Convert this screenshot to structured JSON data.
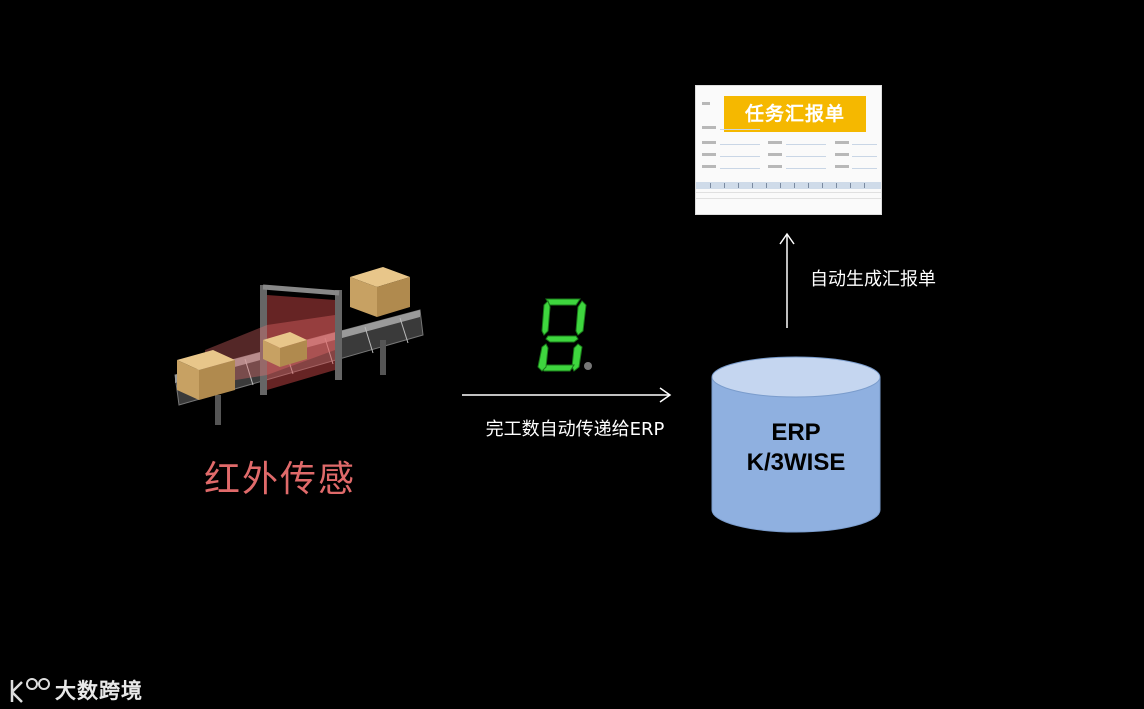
{
  "sensor": {
    "label": "红外传感"
  },
  "display": {
    "digit": "8"
  },
  "transfer_arrow": {
    "label": "完工数自动传递给ERP"
  },
  "database": {
    "line1": "ERP",
    "line2": "K/3WISE"
  },
  "generate_arrow": {
    "label": "自动生成汇报单"
  },
  "report": {
    "badge": "任务汇报单"
  },
  "watermark": {
    "text": "大数跨境"
  },
  "colors": {
    "sensor_label": "#e06a6a",
    "segment_on": "#3ed63e",
    "database_fill": "#8fb0e0",
    "badge": "#f5b800"
  }
}
